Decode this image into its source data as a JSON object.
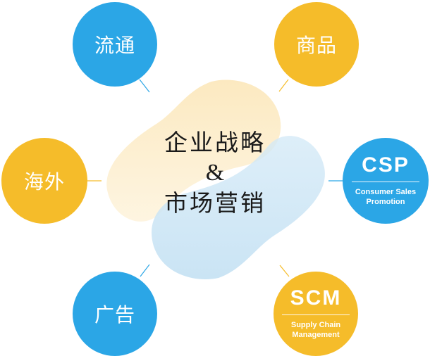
{
  "center": {
    "line1": "企业战略",
    "amp": "&",
    "line2": "市场营销"
  },
  "nodes": {
    "distribution": {
      "label": "流通",
      "color": "#2ba6e6"
    },
    "product": {
      "label": "商品",
      "color": "#f5bc2a"
    },
    "overseas": {
      "label": "海外",
      "color": "#f5bc2a"
    },
    "csp": {
      "label": "CSP",
      "sub1": "Consumer Sales",
      "sub2": "Promotion",
      "color": "#2ba6e6"
    },
    "advertising": {
      "label": "广告",
      "color": "#2ba6e6"
    },
    "scm": {
      "label": "SCM",
      "sub1": "Supply Chain",
      "sub2": "Management",
      "color": "#f5bc2a"
    }
  },
  "colors": {
    "blue": "#2ba6e6",
    "yellow": "#f5bc2a",
    "petal_yellow": "#fbe3ac",
    "petal_blue": "#c9e4f4",
    "text": "#1a1a1a"
  }
}
